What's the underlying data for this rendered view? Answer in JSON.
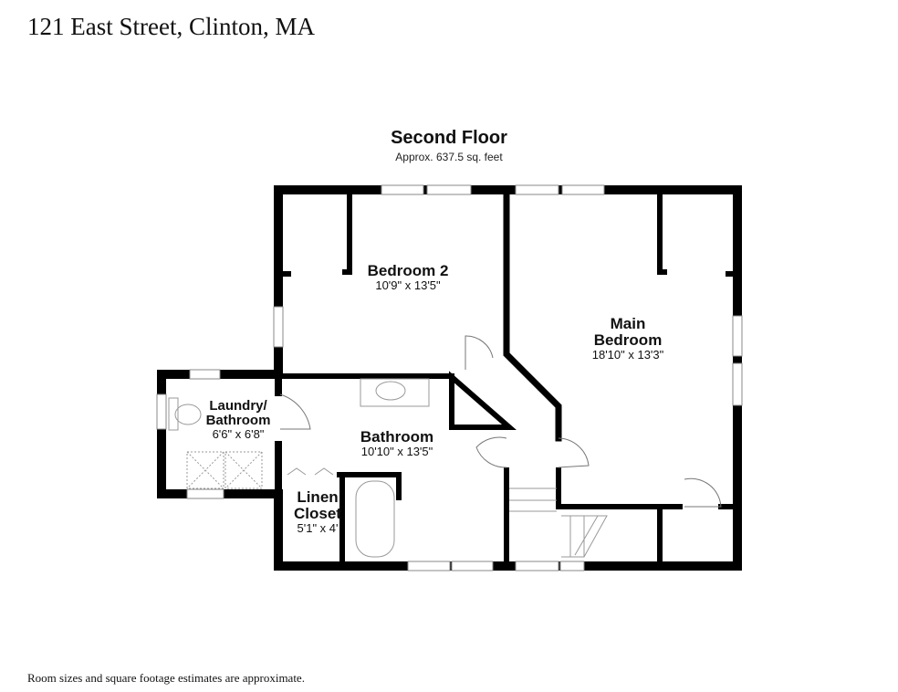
{
  "header": {
    "title": "121 East Street, Clinton, MA"
  },
  "floor": {
    "name": "Second Floor",
    "area": "Approx. 637.5 sq. feet"
  },
  "rooms": [
    {
      "name": "Bedroom 2",
      "dims": "10'9\" x 13'5\""
    },
    {
      "name": "Main Bedroom",
      "dims": "18'10\" x 13'3\""
    },
    {
      "name": "Laundry/ Bathroom",
      "dims": "6'6\" x 6'8\""
    },
    {
      "name": "Bathroom",
      "dims": "10'10\" x 13'5\""
    },
    {
      "name": "Linen Closet",
      "dims": "5'1\" x 4'"
    }
  ],
  "footer": {
    "disclaimer": "Room sizes and square footage estimates are approximate."
  }
}
